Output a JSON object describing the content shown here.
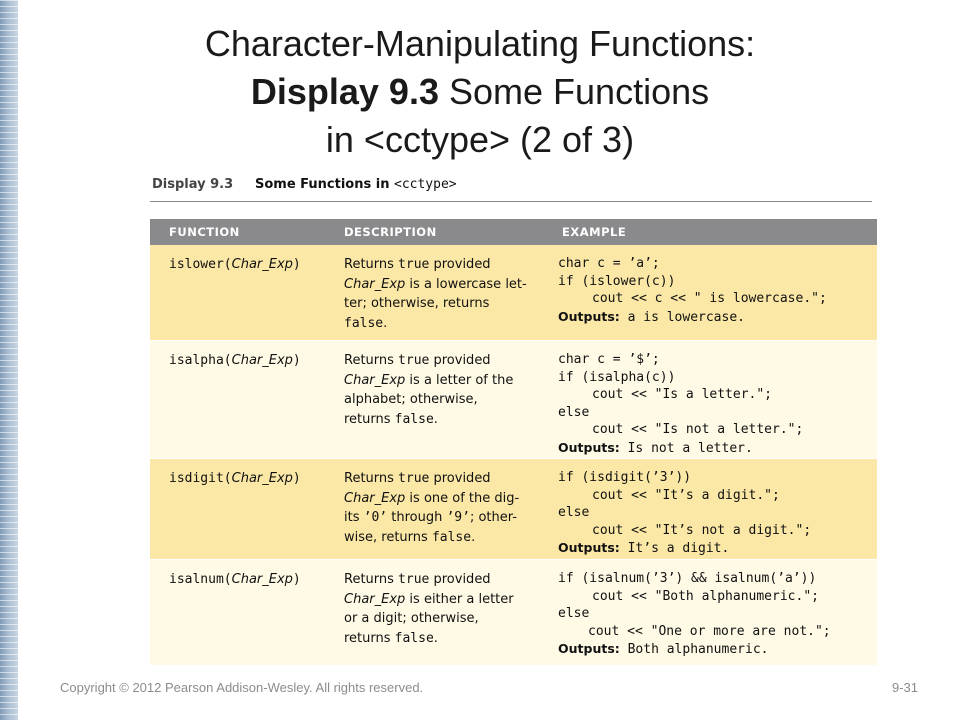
{
  "title": {
    "line1": "Character-Manipulating Functions:",
    "line2_bold": "Display 9.3",
    "line2_rest": " Some Functions",
    "line3": "in <cctype> (2 of 3)"
  },
  "display": {
    "number": "Display 9.3",
    "caption": "Some Functions in ",
    "caption_mono": "<cctype>"
  },
  "table": {
    "headers": [
      "FUNCTION",
      "DESCRIPTION",
      "EXAMPLE"
    ],
    "rows": [
      {
        "fn": "islower(",
        "arg": "Char_Exp",
        "close": ")",
        "desc": [
          {
            "pre": "Returns ",
            "mono": "true",
            "post": " provided"
          },
          {
            "italic": "Char_Exp",
            "post": " is a lowercase let-"
          },
          {
            "post": "ter; otherwise, returns"
          },
          {
            "mono": "false",
            "post": "."
          }
        ],
        "example": [
          {
            "code": "char c = ’a’;"
          },
          {
            "code": "if (islower(c))"
          },
          {
            "code": "cout << c << \" is lowercase.\";",
            "indent": 1
          },
          {
            "label": "Outputs:",
            "code": " a is lowercase."
          }
        ]
      },
      {
        "fn": "isalpha(",
        "arg": "Char_Exp",
        "close": ")",
        "desc": [
          {
            "pre": "Returns ",
            "mono": "true",
            "post": " provided"
          },
          {
            "italic": "Char_Exp",
            "post": " is a letter of the"
          },
          {
            "post": "alphabet; otherwise,"
          },
          {
            "pre": "returns ",
            "mono": "false",
            "post": "."
          }
        ],
        "example": [
          {
            "code": "char c = ’$’;"
          },
          {
            "code": "if (isalpha(c))"
          },
          {
            "code": "cout << \"Is a letter.\";",
            "indent": 1
          },
          {
            "code": "else"
          },
          {
            "code": "cout << \"Is not a letter.\";",
            "indent": 1
          },
          {
            "label": "Outputs:",
            "code": " Is not a letter."
          }
        ]
      },
      {
        "fn": "isdigit(",
        "arg": "Char_Exp",
        "close": ")",
        "desc": [
          {
            "pre": "Returns ",
            "mono": "true",
            "post": " provided"
          },
          {
            "italic": "Char_Exp",
            "post": " is one of the dig-"
          },
          {
            "pre": "its ",
            "mono": "’0’",
            "mid": " through ",
            "mono2": "’9’",
            "post": "; other-"
          },
          {
            "pre": "wise, returns ",
            "mono": "false",
            "post": "."
          }
        ],
        "example": [
          {
            "code": "if (isdigit(’3’))"
          },
          {
            "code": "cout << \"It’s a digit.\";",
            "indent": 1
          },
          {
            "code": "else"
          },
          {
            "code": "cout << \"It’s not a digit.\";",
            "indent": 1
          },
          {
            "label": "Outputs:",
            "code": " It’s a digit."
          }
        ]
      },
      {
        "fn": "isalnum(",
        "arg": "Char_Exp",
        "close": ")",
        "desc": [
          {
            "pre": "Returns ",
            "mono": "true",
            "post": " provided"
          },
          {
            "italic": "Char_Exp",
            "post": " is either a letter"
          },
          {
            "post": "or a digit; otherwise,"
          },
          {
            "pre": "returns ",
            "mono": "false",
            "post": "."
          }
        ],
        "example": [
          {
            "code": "if (isalnum(’3’) && isalnum(’a’))"
          },
          {
            "code": "cout << \"Both alphanumeric.\";",
            "indent": 1
          },
          {
            "code": "else"
          },
          {
            "code": "cout << \"One or more are not.\";",
            "indent": 2
          },
          {
            "label": "Outputs:",
            "code": " Both alphanumeric."
          }
        ]
      }
    ]
  },
  "footer": {
    "copyright": "Copyright © 2012 Pearson Addison-Wesley. All rights reserved.",
    "page": "9-31"
  }
}
